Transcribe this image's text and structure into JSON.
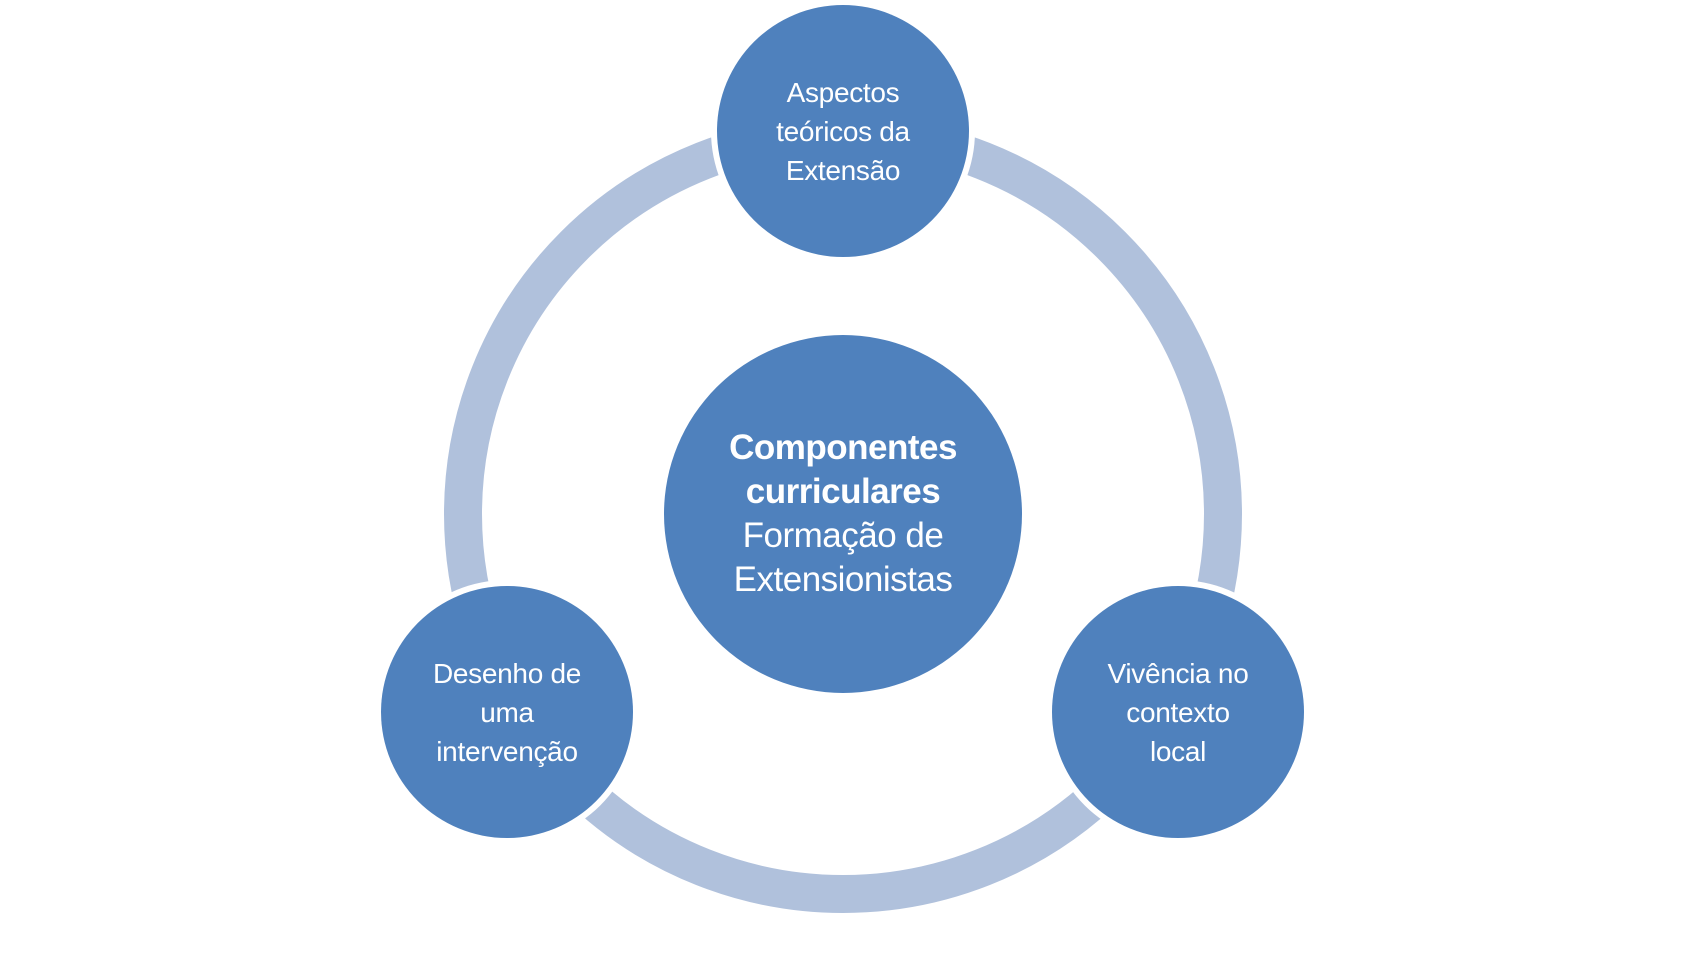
{
  "diagram": {
    "type": "cycle",
    "colors": {
      "node_fill": "#4F81BD",
      "ring_fill": "#B0C1DC",
      "gap": "#FFFFFF",
      "text": "#FFFFFF",
      "background": "#FFFFFF"
    },
    "center": {
      "title_lines": [
        "Componentes",
        "curriculares"
      ],
      "subtitle_lines": [
        "Formação de",
        "Extensionistas"
      ]
    },
    "nodes": [
      {
        "id": "top",
        "lines": [
          "Aspectos",
          "teóricos da",
          "Extensão"
        ]
      },
      {
        "id": "right",
        "lines": [
          "Vivência no",
          "contexto",
          "local"
        ]
      },
      {
        "id": "left",
        "lines": [
          "Desenho de",
          "uma",
          "intervenção"
        ]
      }
    ]
  }
}
